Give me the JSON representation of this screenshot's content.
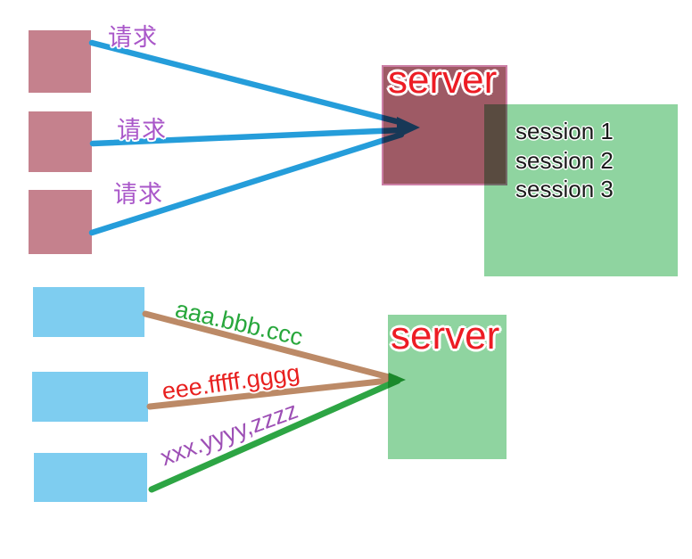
{
  "colors": {
    "rose_square": "#c5818d",
    "sky_rect": "#7ecdf0",
    "green_box": "#8fd4a0",
    "maroon_box": "#9e5a65",
    "blue_line": "#259dda",
    "brown_line": "#bc8a67",
    "green_line": "#2da544",
    "request_label": "#a957c9",
    "server_label": "#ed1c24",
    "session_text": "#1a1a1a",
    "label_green": "#28a73c",
    "label_red": "#e8201f",
    "label_purple": "#9d4fb5"
  },
  "top": {
    "request_labels": [
      "请求",
      "请求",
      "请求"
    ],
    "server_label": "server",
    "sessions": [
      "session 1",
      "session 2",
      "session 3"
    ]
  },
  "bottom": {
    "server_label": "server",
    "connection_labels": [
      {
        "text": "aaa.bbb.ccc"
      },
      {
        "text": "eee.fffff.gggg"
      },
      {
        "text": "xxx.yyyy,zzzz"
      }
    ]
  }
}
